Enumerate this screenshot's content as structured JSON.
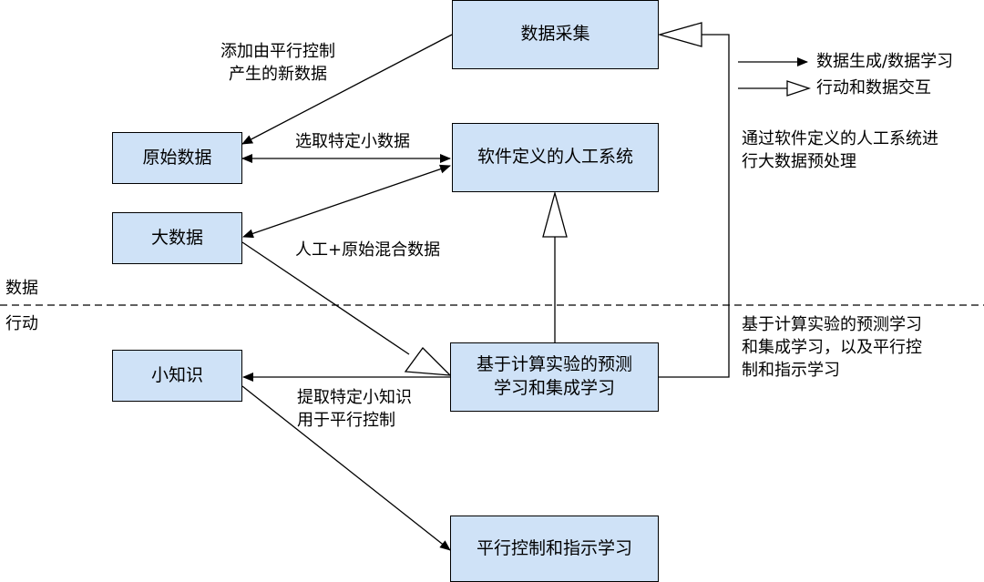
{
  "boxes": {
    "data_collection": "数据采集",
    "artificial_system": "软件定义的人工系统",
    "raw_data": "原始数据",
    "big_data": "大数据",
    "small_knowledge": "小知识",
    "prediction_learning": [
      "基于计算实验的预测",
      "学习和集成学习"
    ],
    "parallel_control": "平行控制和指示学习"
  },
  "labels": {
    "add_new_data": [
      "添加由平行控制",
      "产生的新数据"
    ],
    "select_small_data": "选取特定小数据",
    "mixed_data": "人工+原始混合数据",
    "extract_knowledge": [
      "提取特定小知识",
      "用于平行控制"
    ],
    "preprocess": [
      "通过软件定义的人工系统进",
      "行大数据预处理"
    ],
    "predict_desc": [
      "基于计算实验的预测学习",
      "和集成学习，以及平行控",
      "制和指示学习"
    ]
  },
  "legend": {
    "generation": "数据生成/数据学习",
    "interaction": "行动和数据交互"
  },
  "zones": {
    "data": "数据",
    "action": "行动"
  },
  "colors": {
    "box_fill": "#cfe2f7",
    "stroke": "#000000"
  }
}
